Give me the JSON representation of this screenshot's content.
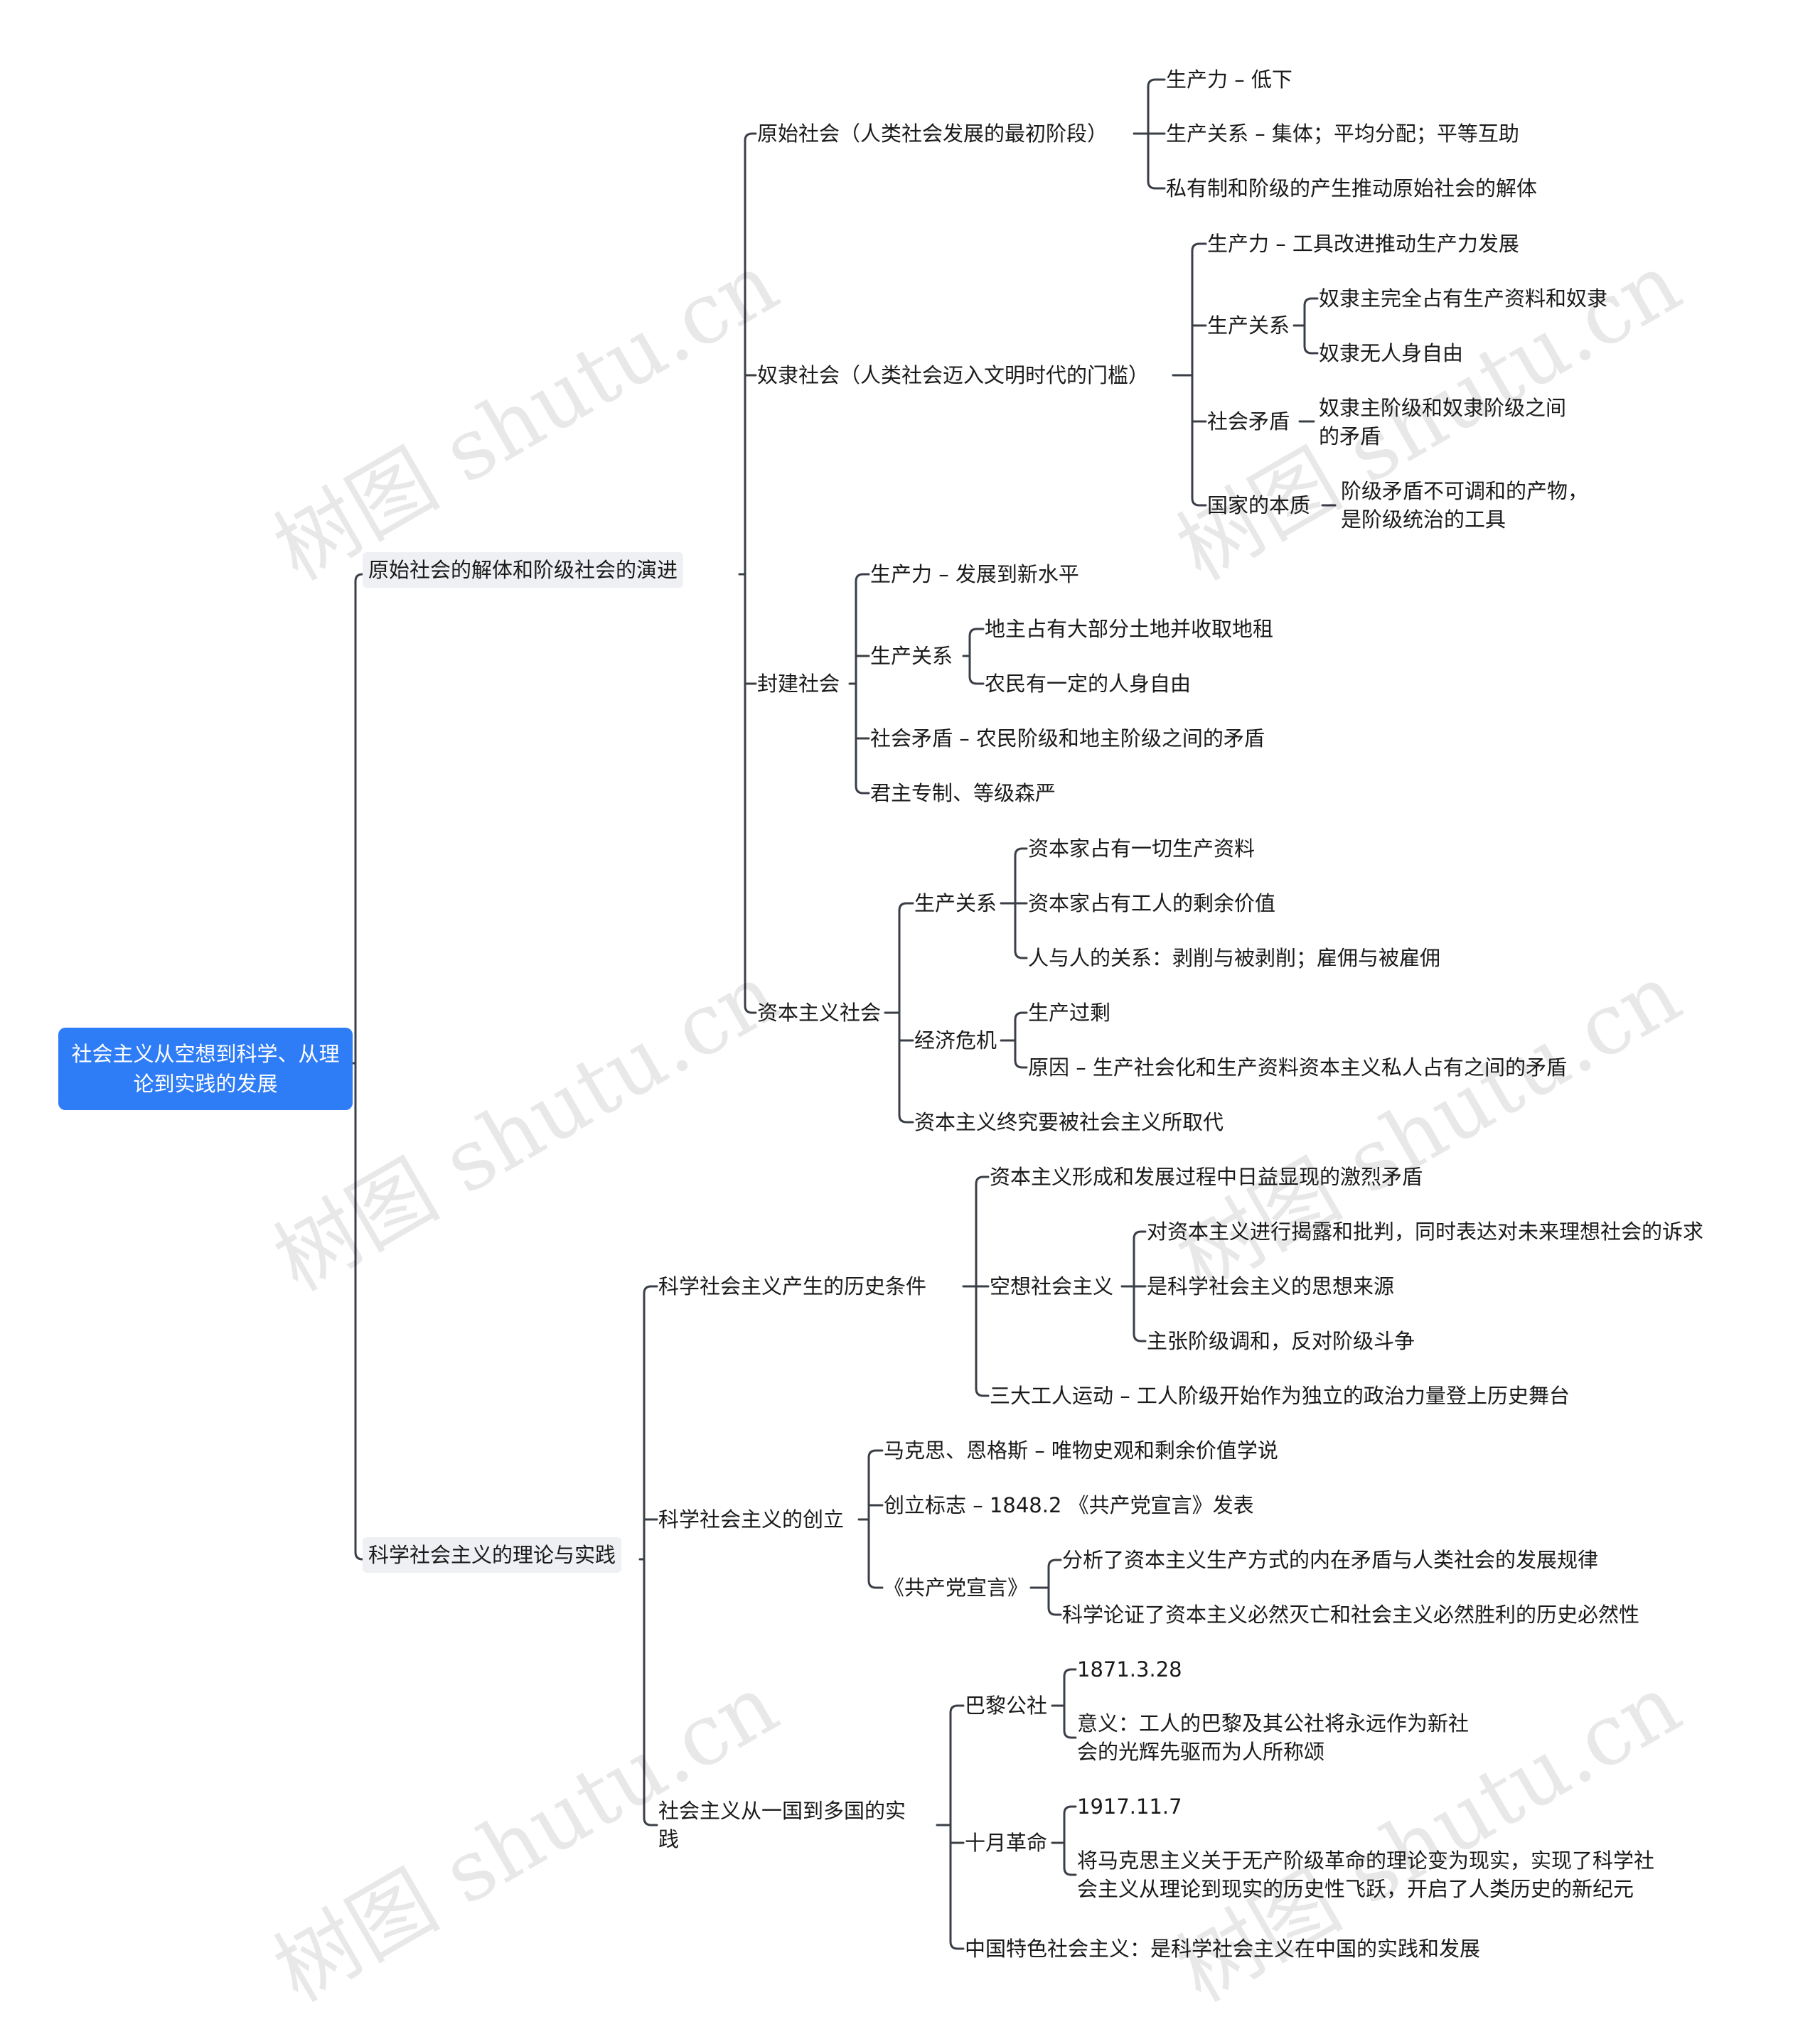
{
  "root": "社会主义从空想到科学、从理论到实践的发展",
  "n1": "原始社会的解体和阶级社会的演进",
  "n1_1": "原始社会（人类社会发展的最初阶段）",
  "n1_1_1": "生产力 – 低下",
  "n1_1_2": "生产关系 – 集体；平均分配；平等互助",
  "n1_1_3": "私有制和阶级的产生推动原始社会的解体",
  "n1_2": "奴隶社会（人类社会迈入文明时代的门槛）",
  "n1_2_1": "生产力 – 工具改进推动生产力发展",
  "n1_2_2": "生产关系",
  "n1_2_2_1": "奴隶主完全占有生产资料和奴隶",
  "n1_2_2_2": "奴隶无人身自由",
  "n1_2_3": "社会矛盾",
  "n1_2_3_1": [
    "奴隶主阶级和奴隶阶级之间",
    "的矛盾"
  ],
  "n1_2_4": "国家的本质",
  "n1_2_4_1": [
    "阶级矛盾不可调和的产物，",
    "是阶级统治的工具"
  ],
  "n1_3": "封建社会",
  "n1_3_1": "生产力 – 发展到新水平",
  "n1_3_2": "生产关系",
  "n1_3_2_1": "地主占有大部分土地并收取地租",
  "n1_3_2_2": "农民有一定的人身自由",
  "n1_3_3": "社会矛盾 – 农民阶级和地主阶级之间的矛盾",
  "n1_3_4": "君主专制、等级森严",
  "n1_4": "资本主义社会",
  "n1_4_1": "生产关系",
  "n1_4_1_1": "资本家占有一切生产资料",
  "n1_4_1_2": "资本家占有工人的剩余价值",
  "n1_4_1_3": "人与人的关系：剥削与被剥削；雇佣与被雇佣",
  "n1_4_2": "经济危机",
  "n1_4_2_1": "生产过剩",
  "n1_4_2_2": "原因 – 生产社会化和生产资料资本主义私人占有之间的矛盾",
  "n1_4_3": "资本主义终究要被社会主义所取代",
  "n2": "科学社会主义的理论与实践",
  "n2_1": "科学社会主义产生的历史条件",
  "n2_1_1": "资本主义形成和发展过程中日益显现的激烈矛盾",
  "n2_1_2": "空想社会主义",
  "n2_1_2_1": "对资本主义进行揭露和批判，同时表达对未来理想社会的诉求",
  "n2_1_2_2": "是科学社会主义的思想来源",
  "n2_1_2_3": "主张阶级调和，反对阶级斗争",
  "n2_1_3": "三大工人运动 – 工人阶级开始作为独立的政治力量登上历史舞台",
  "n2_2": "科学社会主义的创立",
  "n2_2_1": "马克思、恩格斯 – 唯物史观和剩余价值学说",
  "n2_2_2": "创立标志 – 1848.2 《共产党宣言》发表",
  "n2_2_3": "《共产党宣言》",
  "n2_2_3_1": "分析了资本主义生产方式的内在矛盾与人类社会的发展规律",
  "n2_2_3_2": "科学论证了资本主义必然灭亡和社会主义必然胜利的历史必然性",
  "n2_3": [
    "社会主义从一国到多国的实",
    "践"
  ],
  "n2_3_1": "巴黎公社",
  "n2_3_1_1": "1871.3.28",
  "n2_3_1_2": [
    "意义：工人的巴黎及其公社将永远作为新社",
    "会的光辉先驱而为人所称颂"
  ],
  "n2_3_2": "十月革命",
  "n2_3_2_1": "1917.11.7",
  "n2_3_2_2": [
    "将马克思主义关于无产阶级革命的理论变为现实，实现了科学社",
    "会主义从理论到现实的历史性飞跃，开启了人类历史的新纪元"
  ],
  "n2_3_3": "中国特色社会主义：是科学社会主义在中国的实践和发展",
  "watermark": "树图 shutu.cn",
  "colors": {
    "root_bg": "#2e7cf6",
    "root_text": "#ffffff",
    "line": "#3a3f47",
    "branch_bg": "#eef0f3"
  }
}
